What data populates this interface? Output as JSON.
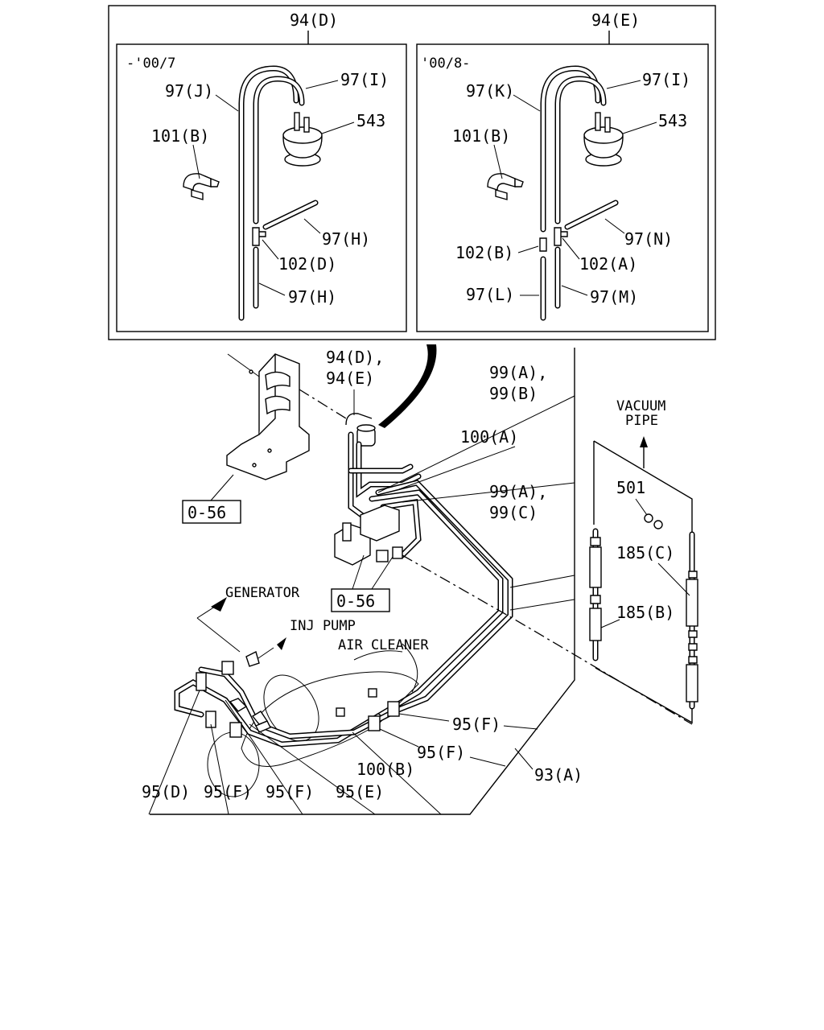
{
  "inset_left": {
    "group_title": "94(D)",
    "date_range": "-'00/7",
    "labels": {
      "hose_top": "97(J)",
      "hose_end": "97(I)",
      "valve": "543",
      "clip": "101(B)",
      "hose_branch": "97(H)",
      "connector": "102(D)",
      "hose_bottom": "97(H)"
    }
  },
  "inset_right": {
    "group_title": "94(E)",
    "date_range": "'00/8-",
    "labels": {
      "hose_top": "97(K)",
      "hose_end": "97(I)",
      "valve": "543",
      "clip": "101(B)",
      "hose_branch": "97(N)",
      "connector_left": "102(B)",
      "connector_right": "102(A)",
      "hose_bottom_left": "97(L)",
      "hose_bottom_right": "97(M)"
    }
  },
  "main": {
    "valve_group_line1": "94(D),",
    "valve_group_line2": "94(E)",
    "hose_group_a_line1": "99(A),",
    "hose_group_a_line2": "99(B)",
    "pipe_a": "100(A)",
    "hose_group_b_line1": "99(A),",
    "hose_group_b_line2": "99(C)",
    "ref_box_top": "0-56",
    "ref_box_mid": "0-56",
    "generator": "GENERATOR",
    "inj_pump": "INJ PUMP",
    "air_cleaner": "AIR CLEANER",
    "vacuum_pipe_line1": "VACUUM",
    "vacuum_pipe_line2": "PIPE",
    "clip_501": "501",
    "hose_185c": "185(C)",
    "hose_185b": "185(B)",
    "clip_95f_a": "95(F)",
    "clip_95f_b": "95(F)",
    "assembly": "93(A)",
    "pipe_b": "100(B)",
    "clip_95d": "95(D)",
    "clip_95f_c": "95(F)",
    "clip_95f_d": "95(F)",
    "clip_95e": "95(E)"
  }
}
